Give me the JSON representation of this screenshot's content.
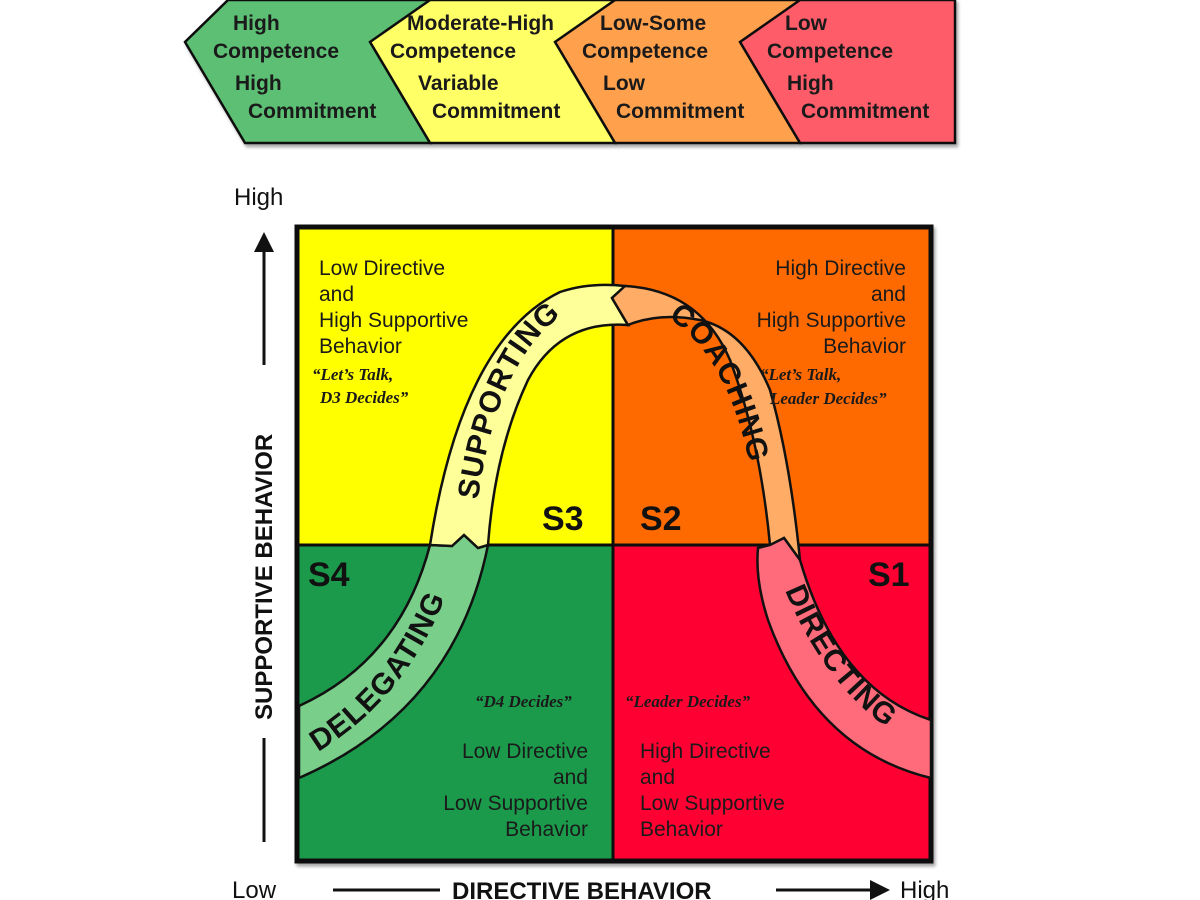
{
  "banner": {
    "stages": [
      {
        "id": "D4",
        "line1": "High",
        "line2": "Competence",
        "line3": "High",
        "line4": "Commitment",
        "color": "#5cbf73"
      },
      {
        "id": "D3",
        "line1": "Moderate-High",
        "line2": "Competence",
        "line3": "Variable",
        "line4": "Commitment",
        "color": "#ffff66"
      },
      {
        "id": "D2",
        "line1": "Low-Some",
        "line2": "Competence",
        "line3": "Low",
        "line4": "Commitment",
        "color": "#ffa04d"
      },
      {
        "id": "D1",
        "line1": "Low",
        "line2": "Competence",
        "line3": "High",
        "line4": "Commitment",
        "color": "#ff5c6a"
      }
    ]
  },
  "quadrants": {
    "s3": {
      "label": "S3",
      "lines": [
        "Low Directive",
        "and",
        "High Supportive",
        "Behavior"
      ],
      "quote1": "“Let’s Talk,",
      "quote2": "D3 Decides”",
      "color": "#ffff00"
    },
    "s2": {
      "label": "S2",
      "lines": [
        "High Directive",
        "and",
        "High Supportive",
        "Behavior"
      ],
      "quote1": "“Let’s Talk,",
      "quote2": "Leader Decides”",
      "color": "#ff6a00"
    },
    "s4": {
      "label": "S4",
      "lines": [
        "Low Directive",
        "and",
        "Low Supportive",
        "Behavior"
      ],
      "quote1": "“D4 Decides”",
      "color": "#1e9a4c"
    },
    "s1": {
      "label": "S1",
      "lines": [
        "High Directive",
        "and",
        "Low Supportive",
        "Behavior"
      ],
      "quote1": "“Leader Decides”",
      "color": "#ff0033"
    }
  },
  "curve": {
    "delegating": {
      "label": "DELEGATING",
      "color": "#79cf8a"
    },
    "supporting": {
      "label": "SUPPORTING",
      "color": "#ffff99"
    },
    "coaching": {
      "label": "COACHING",
      "color": "#ffad66"
    },
    "directing": {
      "label": "DIRECTING",
      "color": "#ff6b7a"
    }
  },
  "axes": {
    "y_title": "SUPPORTIVE BEHAVIOR",
    "y_high": "High",
    "x_title": "DIRECTIVE BEHAVIOR",
    "x_low": "Low",
    "x_high": "High"
  }
}
